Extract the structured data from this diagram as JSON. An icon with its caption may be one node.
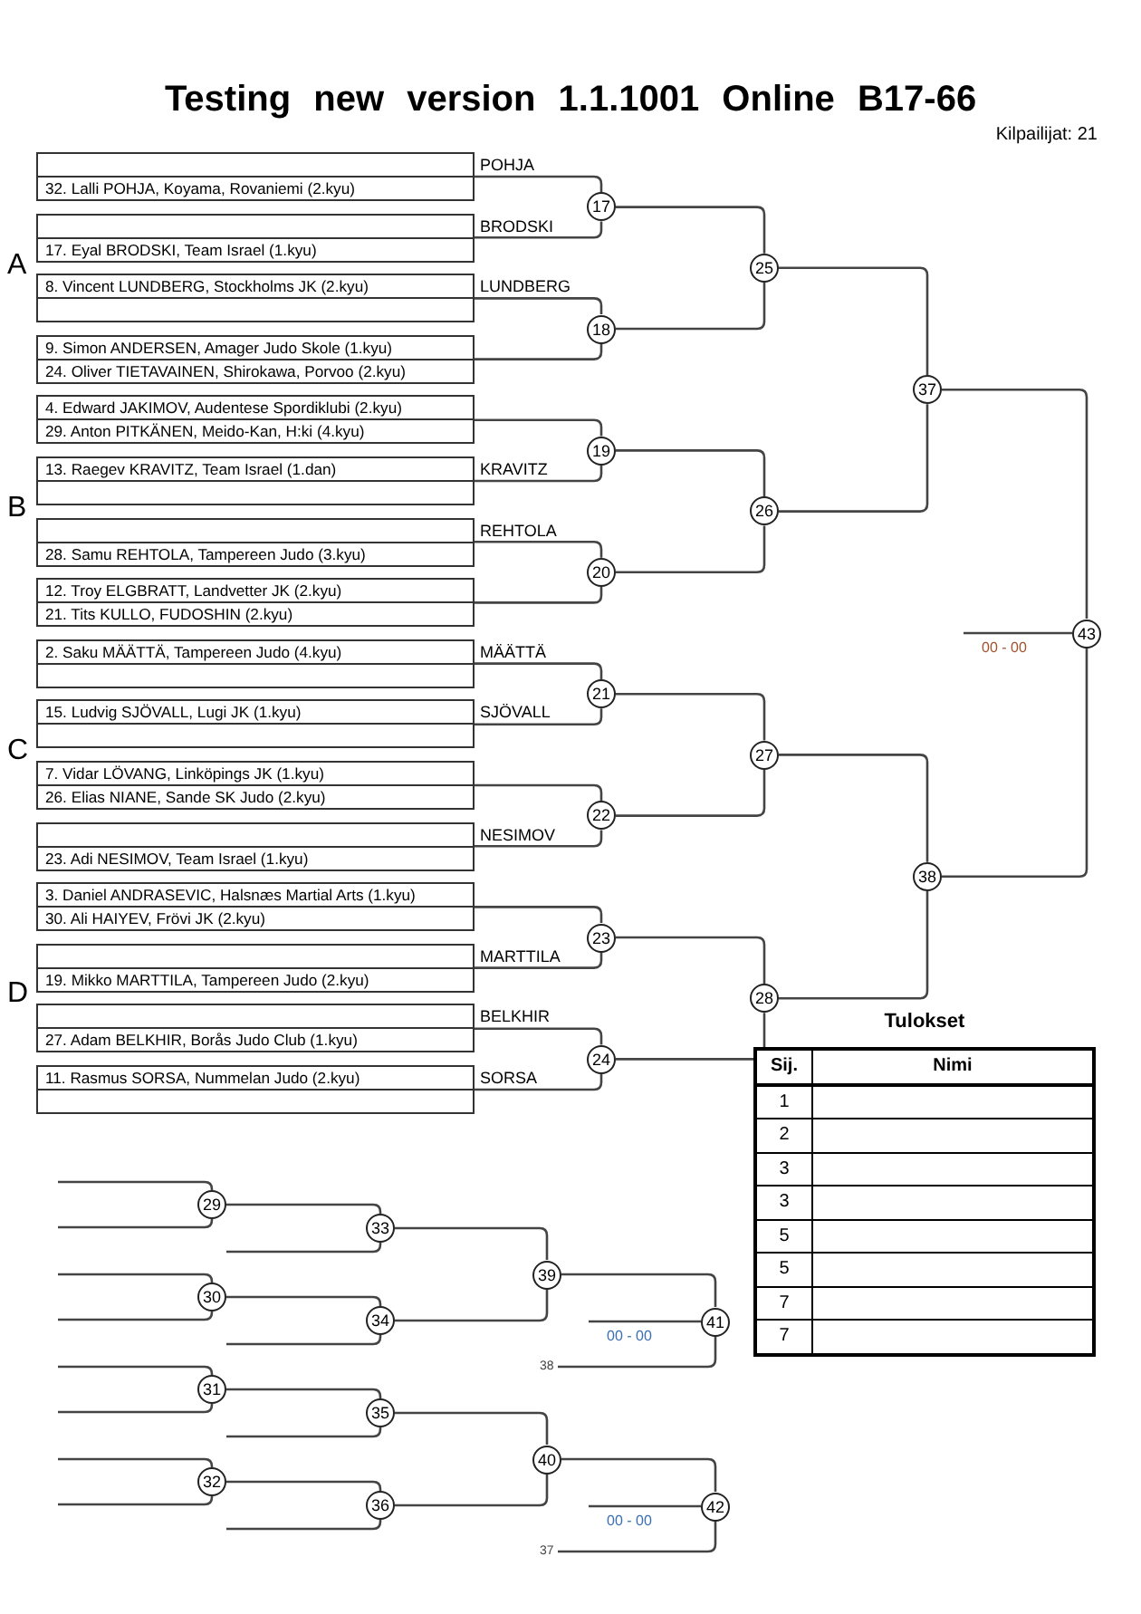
{
  "diagram": {
    "title": "Testing new version 1.1.1001 Online B17-66",
    "nodes": [
      {
        "text": [
          "32. Lalli POHJA, Koyama, Rovaniemi (2.kyu)"
        ]
      },
      {
        "text": [
          "17. Eyal BRODSKI, Team Israel (1.kyu)"
        ]
      },
      {
        "text": [
          "8. Vincent LUNDBERG, Stockholms JK (2.kyu)"
        ]
      },
      {
        "text": [
          "9. Simon ANDERSEN, Amager Judo Skole (1.kyu)",
          "24. Oliver TIETAVAINEN, Shirokawa, Porvoo (2.kyu)"
        ]
      },
      {
        "text": [
          "4. Edward JAKIMOV, Audentese Spordiklubi (2.kyu)",
          "29. Anton PITKÄNEN, Meido-Kan, H:ki (4.kyu)"
        ]
      },
      {
        "text": [
          "13. Raegev KRAVITZ, Team Israel (1.dan)"
        ]
      },
      {
        "text": [
          "28. Samu REHTOLA, Tampereen Judo (3.kyu)"
        ]
      },
      {
        "text": [
          "12. Troy ELGBRATT, Landvetter JK (2.kyu)",
          "21. Tits KULLO, FUDOSHIN (2.kyu)"
        ]
      },
      {
        "text": [
          "2. Saku MÄÄTTÄ, Tampereen Judo (4.kyu)"
        ]
      },
      {
        "text": [
          "15. Ludvig SJÖVALL, Lugi JK (1.kyu)"
        ]
      },
      {
        "text": [
          "7. Vidar LÖVANG, Linköpings JK (1.kyu)",
          "26. Elias NIANE, Sande SK Judo (2.kyu)"
        ]
      },
      {
        "text": [
          "23. Adi NESIMOV, Team Israel (1.kyu)"
        ]
      },
      {
        "text": [
          "3. Daniel ANDRASEVIC, Halsnæs Martial Arts (1.kyu)",
          "30. Ali HAIYEV, Frövi JK (2.kyu)"
        ]
      },
      {
        "text": [
          "19. Mikko MARTTILA, Tampereen Judo (2.kyu)"
        ]
      },
      {
        "text": [
          "27. Adam BELKHIR, Borås Judo Club (1.kyu)"
        ]
      },
      {
        "text": [
          "11. Rasmus SORSA, Nummelan Judo (2.kyu)"
        ]
      },
      {
        "text": [
          "17"
        ]
      },
      {
        "text": [
          "18"
        ]
      },
      {
        "text": [
          "19"
        ]
      },
      {
        "text": [
          "20"
        ]
      },
      {
        "text": [
          "21"
        ]
      },
      {
        "text": [
          "22"
        ]
      },
      {
        "text": [
          "23"
        ]
      },
      {
        "text": [
          "24"
        ]
      },
      {
        "text": [
          "25"
        ]
      },
      {
        "text": [
          "26"
        ]
      },
      {
        "text": [
          "27"
        ]
      },
      {
        "text": [
          "28"
        ]
      },
      {
        "text": [
          "37"
        ]
      },
      {
        "text": [
          "38"
        ]
      },
      {
        "text": [
          "43"
        ]
      },
      {
        "text": [
          "29"
        ]
      },
      {
        "text": [
          "30"
        ]
      },
      {
        "text": [
          "31"
        ]
      },
      {
        "text": [
          "32"
        ]
      },
      {
        "text": [
          "33"
        ]
      },
      {
        "text": [
          "34"
        ]
      },
      {
        "text": [
          "35"
        ]
      },
      {
        "text": [
          "36"
        ]
      },
      {
        "text": [
          "39"
        ]
      },
      {
        "text": [
          "40"
        ]
      },
      {
        "text": [
          "41"
        ]
      },
      {
        "text": [
          "42"
        ]
      },
      {
        "text": [
          "38"
        ]
      },
      {
        "text": [
          "37"
        ]
      }
    ],
    "edges": [
      {
        "from": 0,
        "to": 16,
        "arrow": "none",
        "label": "POHJA"
      },
      {
        "from": 1,
        "to": 16,
        "arrow": "none",
        "label": "BRODSKI"
      },
      {
        "from": 2,
        "to": 17,
        "arrow": "none",
        "label": "LUNDBERG"
      },
      {
        "from": 3,
        "to": 17,
        "arrow": "none"
      },
      {
        "from": 4,
        "to": 18,
        "arrow": "none"
      },
      {
        "from": 5,
        "to": 18,
        "arrow": "none",
        "label": "KRAVITZ"
      },
      {
        "from": 6,
        "to": 19,
        "arrow": "none",
        "label": "REHTOLA"
      },
      {
        "from": 7,
        "to": 19,
        "arrow": "none"
      },
      {
        "from": 8,
        "to": 20,
        "arrow": "none",
        "label": "MÄÄTTÄ"
      },
      {
        "from": 9,
        "to": 20,
        "arrow": "none",
        "label": "SJÖVALL"
      },
      {
        "from": 10,
        "to": 21,
        "arrow": "none"
      },
      {
        "from": 11,
        "to": 21,
        "arrow": "none",
        "label": "NESIMOV"
      },
      {
        "from": 12,
        "to": 22,
        "arrow": "none"
      },
      {
        "from": 13,
        "to": 22,
        "arrow": "none",
        "label": "MARTTILA"
      },
      {
        "from": 14,
        "to": 23,
        "arrow": "none",
        "label": "BELKHIR"
      },
      {
        "from": 15,
        "to": 23,
        "arrow": "none",
        "label": "SORSA"
      },
      {
        "from": 16,
        "to": 24,
        "arrow": "none"
      },
      {
        "from": 17,
        "to": 24,
        "arrow": "none"
      },
      {
        "from": 18,
        "to": 25,
        "arrow": "none"
      },
      {
        "from": 19,
        "to": 25,
        "arrow": "none"
      },
      {
        "from": 20,
        "to": 26,
        "arrow": "none"
      },
      {
        "from": 21,
        "to": 26,
        "arrow": "none"
      },
      {
        "from": 22,
        "to": 27,
        "arrow": "none"
      },
      {
        "from": 23,
        "to": 27,
        "arrow": "none"
      },
      {
        "from": 24,
        "to": 28,
        "arrow": "none"
      },
      {
        "from": 25,
        "to": 28,
        "arrow": "none"
      },
      {
        "from": 26,
        "to": 29,
        "arrow": "none"
      },
      {
        "from": 27,
        "to": 29,
        "arrow": "none"
      },
      {
        "from": 28,
        "to": 30,
        "arrow": "none"
      },
      {
        "from": 29,
        "to": 30,
        "arrow": "none"
      },
      {
        "from": null,
        "to": 30,
        "arrow": "none",
        "label": "00 - 00"
      },
      {
        "from": null,
        "to": 31,
        "arrow": "none"
      },
      {
        "from": null,
        "to": 31,
        "arrow": "none"
      },
      {
        "from": null,
        "to": 32,
        "arrow": "none"
      },
      {
        "from": null,
        "to": 32,
        "arrow": "none"
      },
      {
        "from": null,
        "to": 33,
        "arrow": "none"
      },
      {
        "from": null,
        "to": 33,
        "arrow": "none"
      },
      {
        "from": null,
        "to": 34,
        "arrow": "none"
      },
      {
        "from": null,
        "to": 34,
        "arrow": "none"
      },
      {
        "from": 31,
        "to": 35,
        "arrow": "none"
      },
      {
        "from": null,
        "to": 35,
        "arrow": "none"
      },
      {
        "from": 32,
        "to": 36,
        "arrow": "none"
      },
      {
        "from": null,
        "to": 36,
        "arrow": "none"
      },
      {
        "from": 33,
        "to": 37,
        "arrow": "none"
      },
      {
        "from": null,
        "to": 37,
        "arrow": "none"
      },
      {
        "from": 34,
        "to": 38,
        "arrow": "none"
      },
      {
        "from": null,
        "to": 38,
        "arrow": "none"
      },
      {
        "from": 35,
        "to": 39,
        "arrow": "none"
      },
      {
        "from": 36,
        "to": 39,
        "arrow": "none"
      },
      {
        "from": 37,
        "to": 40,
        "arrow": "none"
      },
      {
        "from": 38,
        "to": 40,
        "arrow": "none"
      },
      {
        "from": 39,
        "to": 41,
        "arrow": "none"
      },
      {
        "from": null,
        "to": 41,
        "arrow": "none",
        "label": "00 - 00"
      },
      {
        "from": 43,
        "to": 41,
        "arrow": "none"
      },
      {
        "from": 40,
        "to": 42,
        "arrow": "none"
      },
      {
        "from": null,
        "to": 42,
        "arrow": "none",
        "label": "00 - 00"
      },
      {
        "from": 44,
        "to": 42,
        "arrow": "none"
      }
    ],
    "labels": [
      "Kilpailijat: 21",
      "A",
      "B",
      "C",
      "D",
      "Tulokset",
      "Sij.",
      "Nimi",
      "1",
      "2",
      "3",
      "3",
      "5",
      "5",
      "7",
      "7"
    ]
  }
}
